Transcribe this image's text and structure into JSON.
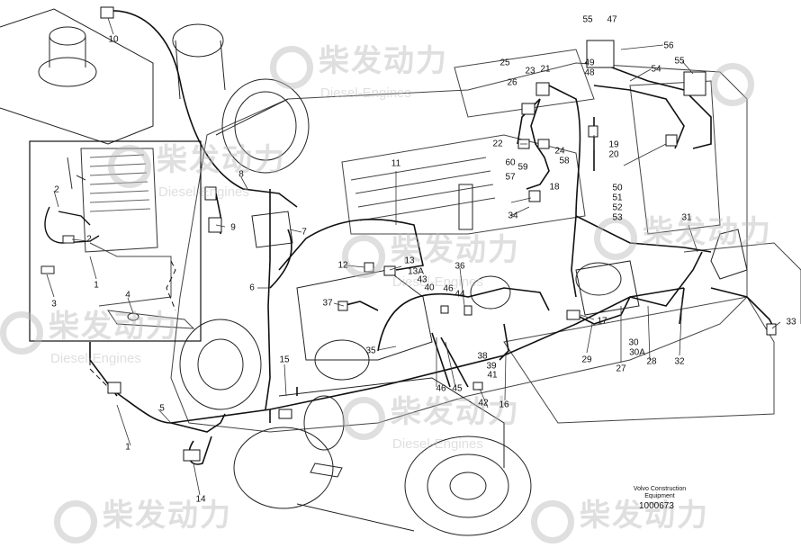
{
  "diagram": {
    "type": "exploded-parts-drawing",
    "caption_line1": "Volvo Construction",
    "caption_line2": "Equipment",
    "document_number": "1000673",
    "watermark_cn": "柴发动力",
    "watermark_en": "Diesel-Engines",
    "callouts": [
      "10",
      "8",
      "9",
      "7",
      "6",
      "11",
      "12",
      "13",
      "13A",
      "5",
      "1",
      "14",
      "15",
      "2",
      "2",
      "1",
      "3",
      "4",
      "37",
      "35",
      "36",
      "40",
      "43",
      "46",
      "44",
      "38",
      "39",
      "41",
      "42",
      "16",
      "45",
      "46",
      "25",
      "23",
      "21",
      "26",
      "22",
      "24",
      "58",
      "60",
      "59",
      "57",
      "18",
      "34",
      "19",
      "20",
      "55",
      "47",
      "56",
      "49",
      "48",
      "54",
      "55",
      "50",
      "51",
      "52",
      "53",
      "31",
      "33",
      "17",
      "29",
      "27",
      "30",
      "30A",
      "28",
      "32"
    ]
  }
}
